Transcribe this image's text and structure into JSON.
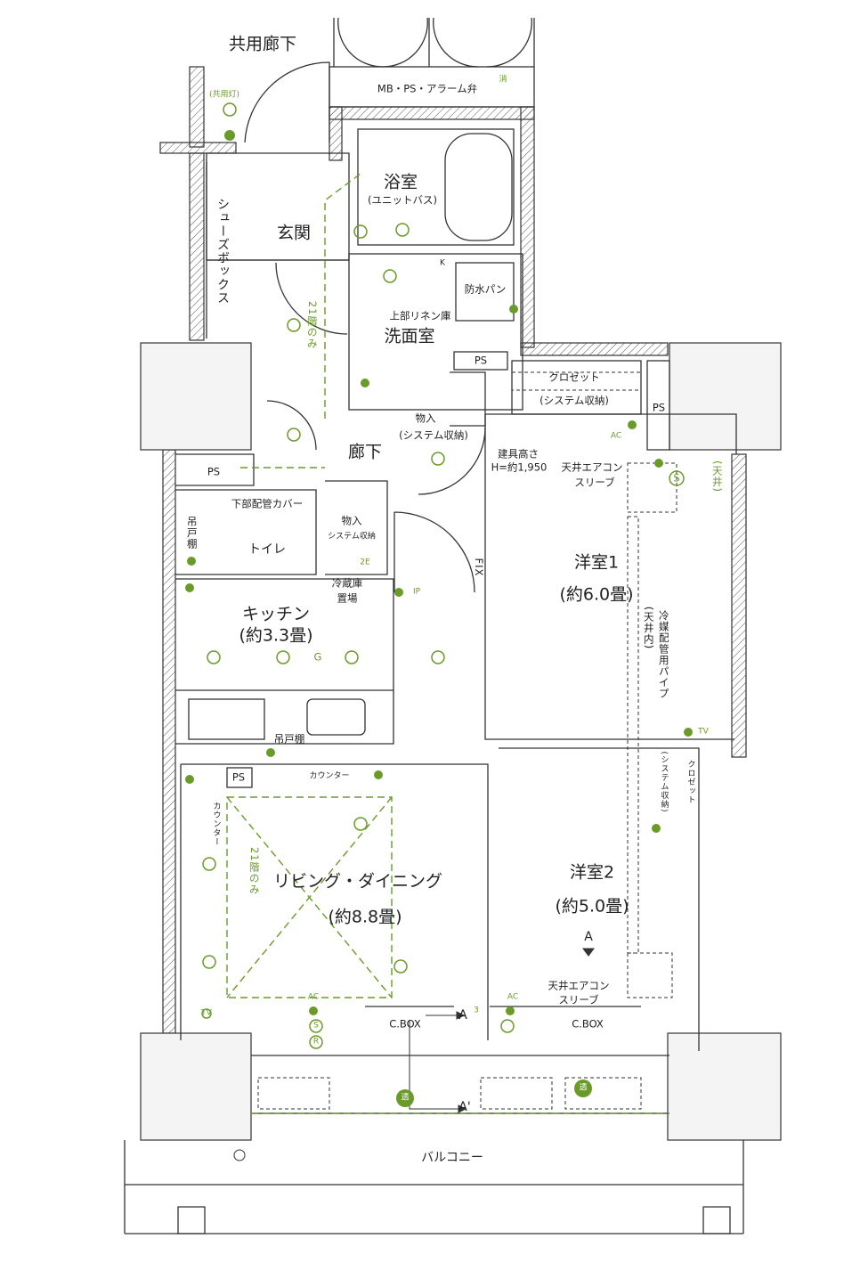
{
  "colors": {
    "wall_line": "#333333",
    "fixture_green": "#6a9a2a",
    "pillar_fill": "#f2f2f2"
  },
  "labels": {
    "common_corridor": "共用廊下",
    "mb_ps_alarm": "MB・PS・アラーム弁",
    "common_light": "(共用灯)",
    "bathroom": "浴室",
    "bathroom_sub": "(ユニットバス)",
    "entrance": "玄関",
    "shoe_box": "シューズボックス",
    "waterproof_pan": "防水パン",
    "linen_storage": "上部リネン庫",
    "washroom": "洗面室",
    "floor21_only_a": "21階のみ",
    "ps_1": "PS",
    "closet_1": "クロゼット",
    "closet_1_sub": "(システム収納)",
    "ps_2": "PS",
    "storage_1": "物入",
    "storage_1_sub": "(システム収納)",
    "hallway": "廊下",
    "door_height": "建具高さ",
    "door_height_value": "H=約1,950",
    "ac_sleeve_1": "天井エアコン",
    "ac_sleeve_1_sub": "スリーブ",
    "ceiling": "(天井)",
    "ps_3": "PS",
    "lower_pipe_cover": "下部配管カバー",
    "hanging_shelf_1": "吊戸棚",
    "toilet": "トイレ",
    "storage_2": "物入",
    "storage_2_sub": "システム収納",
    "fridge": "冷蔵庫",
    "fridge_sub": "置場",
    "fix": "FIX",
    "western1": "洋室1",
    "western1_size": "(約6.0畳)",
    "kitchen": "キッチン",
    "kitchen_size": "(約3.3畳)",
    "refrigerant_pipe": "冷媒配管用パイプ",
    "refrigerant_pipe_sub": "(天井内)",
    "hanging_shelf_2": "吊戸棚",
    "counter_1": "カウンター",
    "ps_4": "PS",
    "closet_2": "クロゼット",
    "closet_2_sub": "(システム収納)",
    "counter_2": "カウンター",
    "floor21_only_b": "21階のみ",
    "living": "リビング・ダイニング",
    "living_size": "(約8.8畳)",
    "western2": "洋室2",
    "western2_size": "(約5.0畳)",
    "section_a": "A",
    "ac_sleeve_2": "天井エアコン",
    "ac_sleeve_2_sub": "スリーブ",
    "cbox_1": "C.BOX",
    "cbox_2": "C.BOX",
    "section_a_end": "A",
    "section_a_prime": "A'",
    "transparent_1": "透",
    "transparent_2": "透",
    "balcony": "バルコニー"
  },
  "symbols": {
    "fire": "消",
    "ac": "AC",
    "ac2": "AC",
    "ac3": "AC",
    "e2": "2E",
    "tv": "TV",
    "s": "S",
    "r": "R",
    "g": "G",
    "ip": "IP",
    "k": "K",
    "three": "3"
  }
}
